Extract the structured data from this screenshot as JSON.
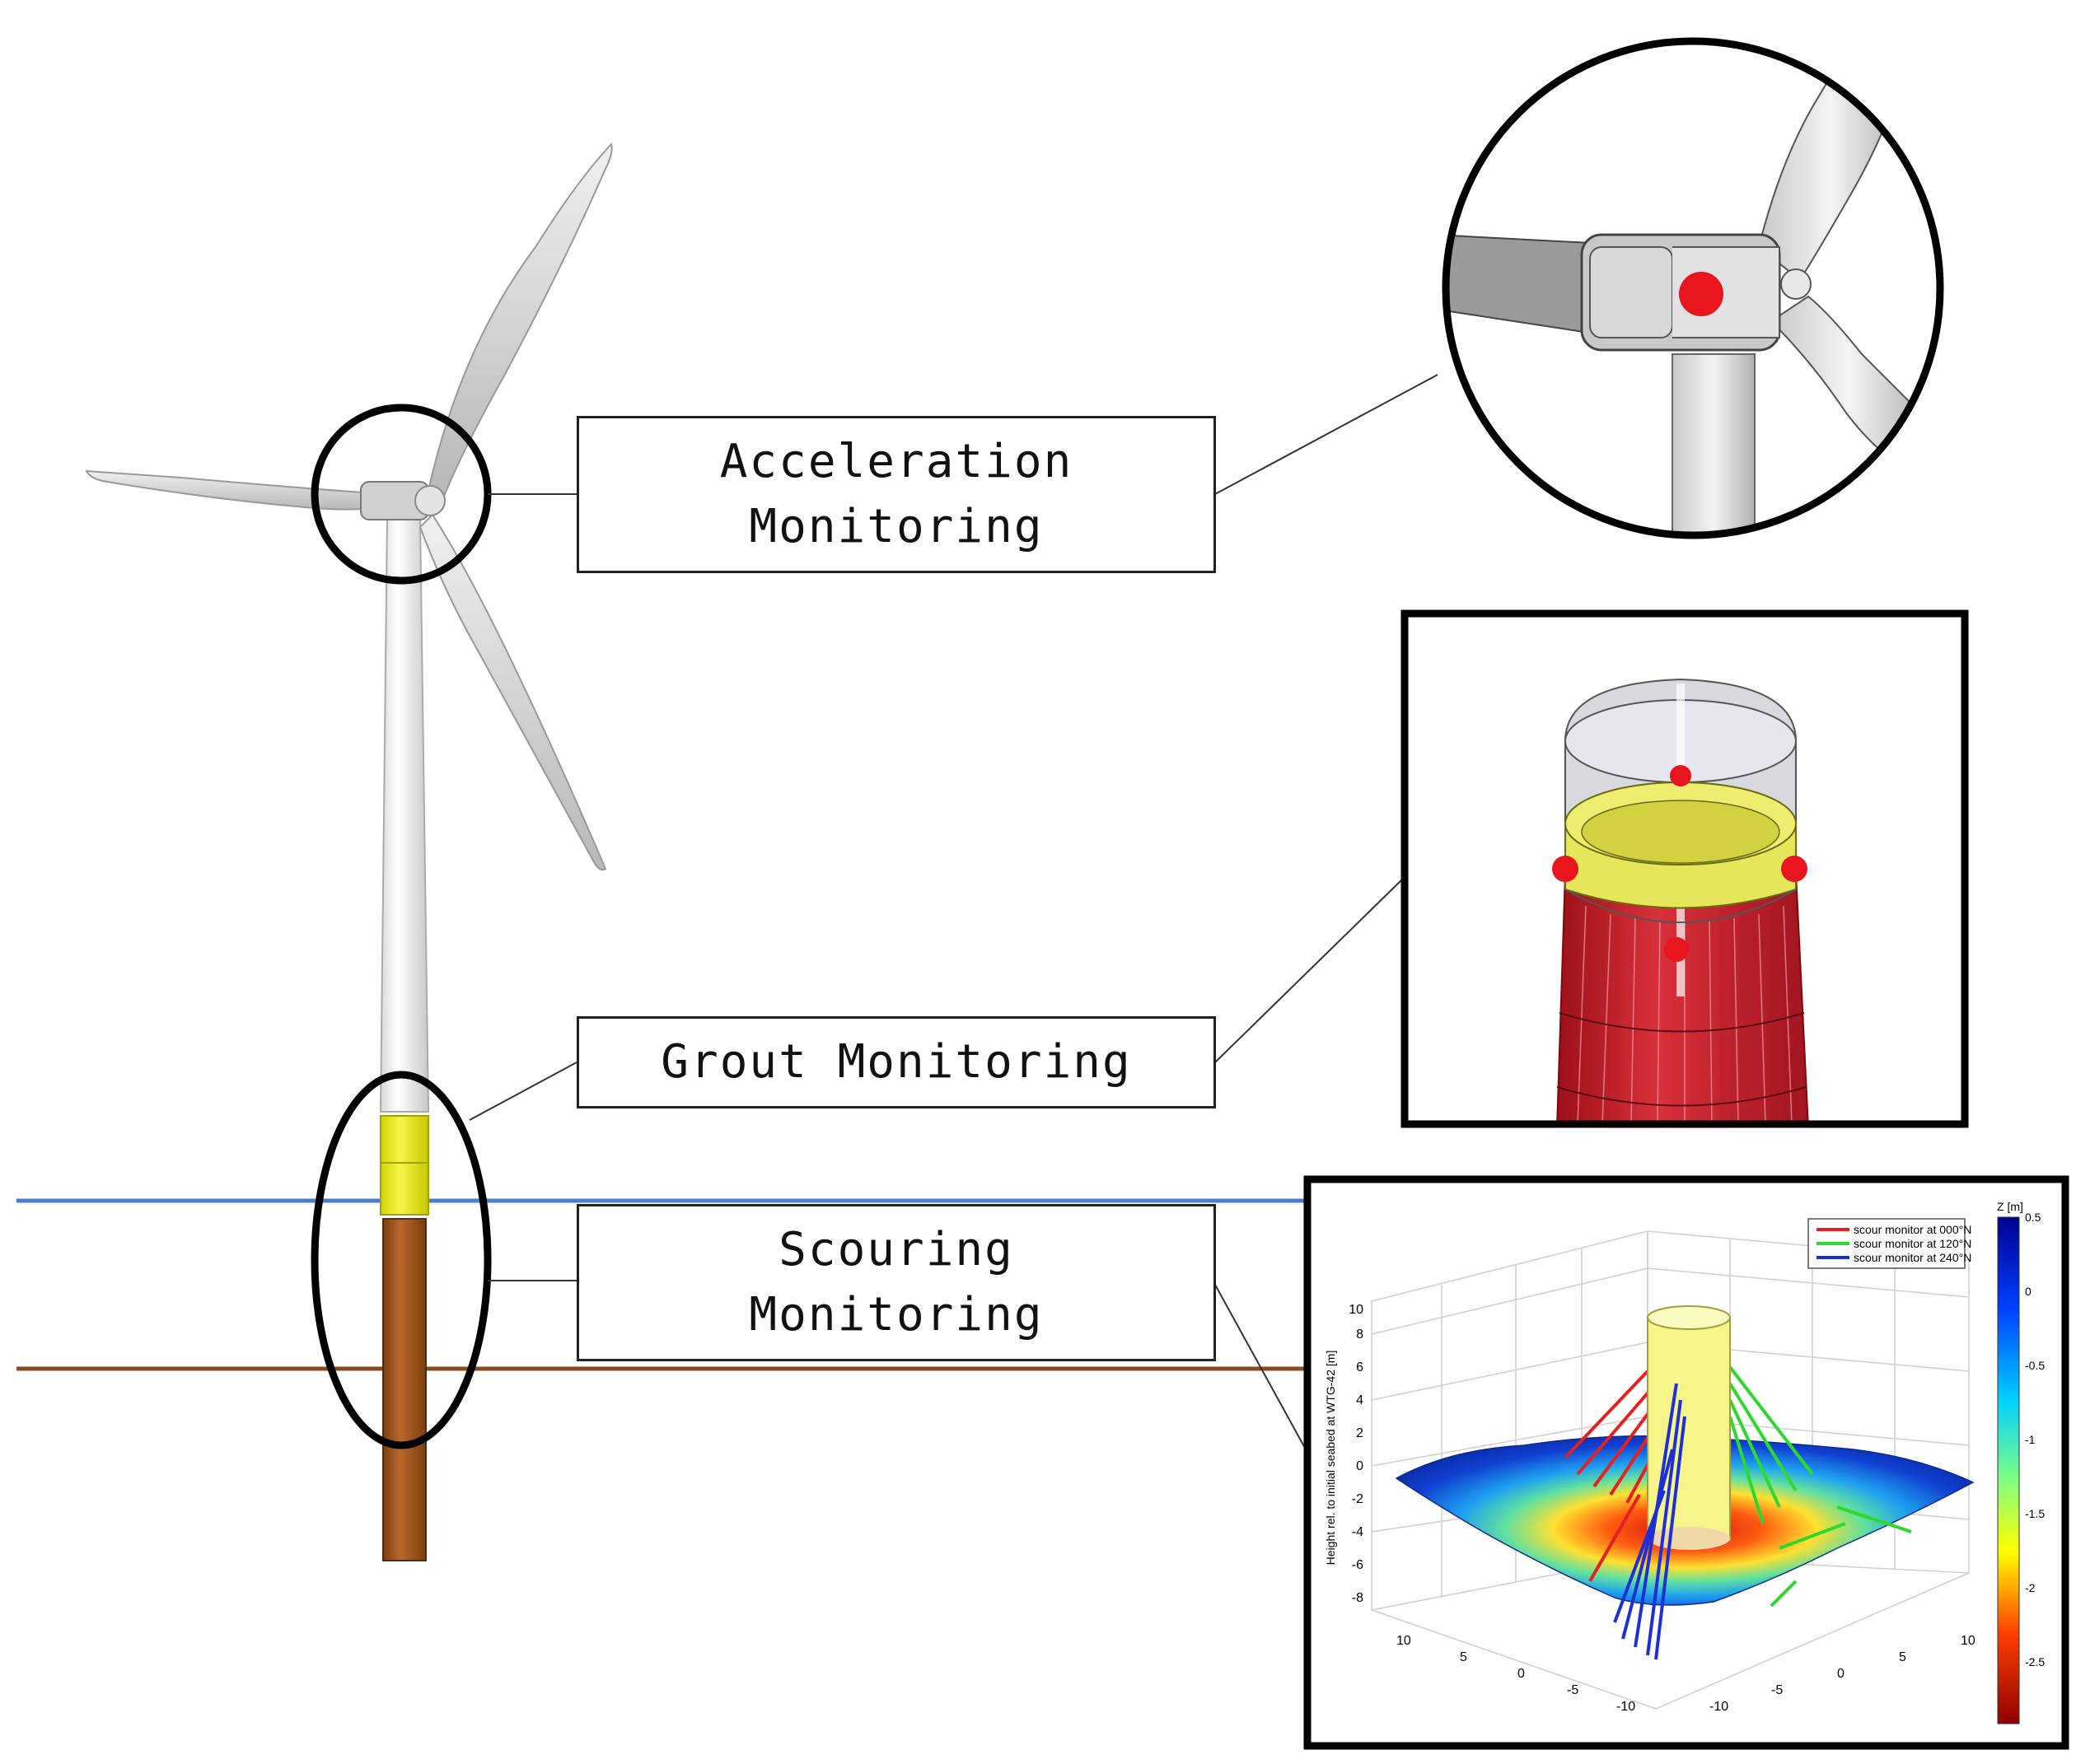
{
  "labels": {
    "acceleration": [
      "Acceleration",
      "Monitoring"
    ],
    "grout": "Grout Monitoring",
    "scouring": [
      "Scouring",
      "Monitoring"
    ]
  },
  "scour_plot": {
    "legend": [
      "scour monitor at 000°N",
      "scour monitor at 120°N",
      "scour monitor at 240°N"
    ],
    "legend_colors": [
      "#e52020",
      "#2fd82f",
      "#1f2fd8"
    ],
    "ylabel": "Height rel. to initial seabed at WTG-42 [m]",
    "zticks": [
      "10",
      "8",
      "6",
      "4",
      "2",
      "0",
      "-2",
      "-4",
      "-6",
      "-8"
    ],
    "xticks_left": [
      "10",
      "5",
      "0",
      "-5",
      "-10"
    ],
    "xticks_right": [
      "-10",
      "-5",
      "0",
      "5",
      "10"
    ],
    "colorbar_title": "Z [m]",
    "colorbar_ticks": [
      "0.5",
      "0",
      "-0.5",
      "-1",
      "-1.5",
      "-2",
      "-2.5"
    ]
  },
  "colors": {
    "water_line": "#4a7fd0",
    "seabed_line": "#8b4a20",
    "sensor_dot": "#e8141e",
    "transition_piece": "#e8e813",
    "pile": "#a0561c",
    "grout_red": "#c81e28"
  }
}
